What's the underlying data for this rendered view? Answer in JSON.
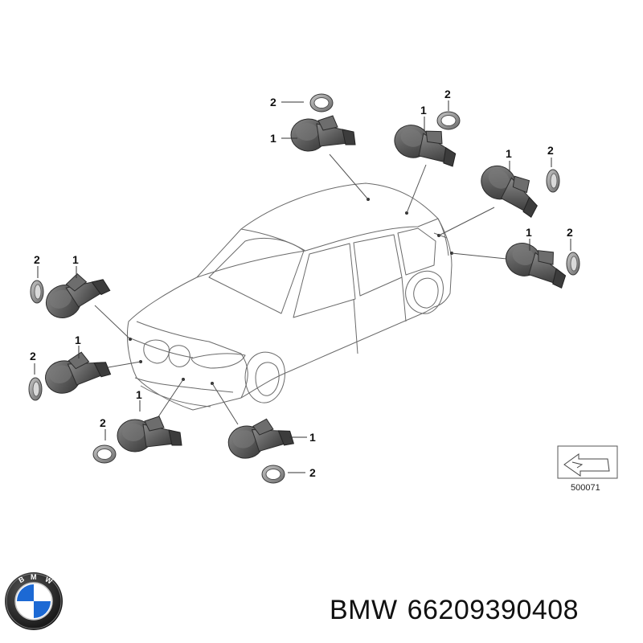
{
  "callouts": {
    "sensor": "1",
    "ring": "2"
  },
  "diagram": {
    "reference_number": "500071"
  },
  "footer": {
    "brand": "BMW",
    "part_number": "66209390408",
    "logo_text": "BMW"
  },
  "colors": {
    "sensor_body": "#5e5e5e",
    "sensor_dark": "#3c3c3c",
    "ring": "#8a8a8a",
    "line": "#555555",
    "logo_blue": "#1c69d4"
  }
}
